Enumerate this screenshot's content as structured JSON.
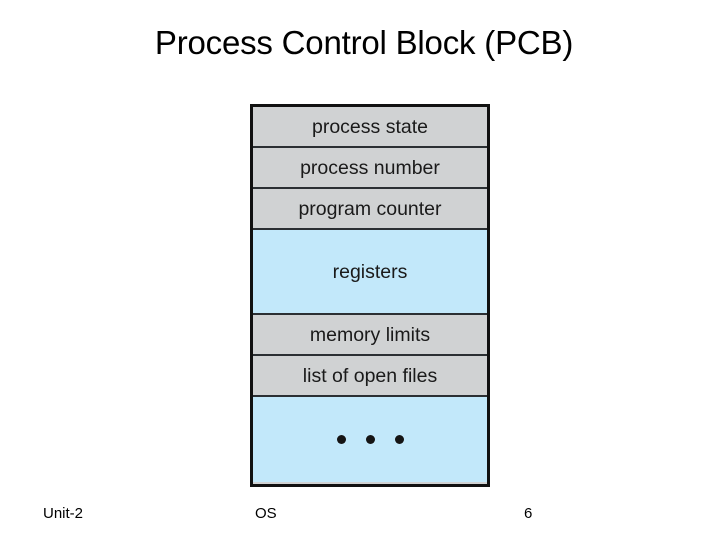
{
  "slide": {
    "title": "Process Control Block (PCB)"
  },
  "diagram": {
    "name": "process-control-block",
    "colors": {
      "gray_fill": "#d0d2d3",
      "blue_fill": "#c2e8fa",
      "border": "#111111",
      "divider": "#2b2f33"
    },
    "rows": [
      {
        "label": "process state",
        "fill": "gray",
        "height": "short"
      },
      {
        "label": "process number",
        "fill": "gray",
        "height": "short"
      },
      {
        "label": "program counter",
        "fill": "gray",
        "height": "short"
      },
      {
        "label": "registers",
        "fill": "blue",
        "height": "tall"
      },
      {
        "label": "memory limits",
        "fill": "gray",
        "height": "short"
      },
      {
        "label": "list of open files",
        "fill": "gray",
        "height": "short"
      },
      {
        "label": "",
        "fill": "blue",
        "height": "tall",
        "icon": "ellipsis-dots"
      }
    ]
  },
  "footer": {
    "unit": "Unit-2",
    "subject": "OS",
    "page_number": "6"
  }
}
